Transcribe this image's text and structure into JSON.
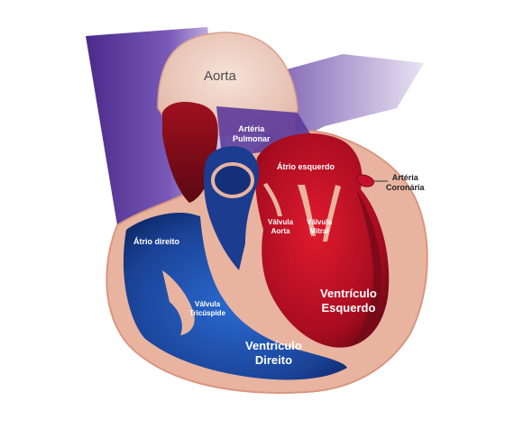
{
  "diagram": {
    "labels": {
      "aorta": "Aorta",
      "arteria_pulmonar": [
        "Artéria",
        "Pulmonar"
      ],
      "atrio_esquerdo": "Átrio esquerdo",
      "arteria_coronaria": [
        "Artéria",
        "Coronária"
      ],
      "valvula_aorta": [
        "Válvula",
        "Aorta"
      ],
      "valvula_mitral": [
        "Válvula",
        "Mitral"
      ],
      "atrio_direito": "Átrio direito",
      "valvula_tricuspide": [
        "Válvula",
        "Tricúspide"
      ],
      "ventriculo_esquerdo": [
        "Ventrículo",
        "Esquerdo"
      ],
      "ventriculo_direito": [
        "Ventrículo",
        "Direito"
      ]
    },
    "colors": {
      "muscle": "#e8b4a0",
      "muscle_dark": "#d9957f",
      "oxygenated": "#c8102e",
      "oxygenated_dark": "#7a0a1e",
      "deoxygenated": "#1f4fa8",
      "deoxygenated_dark": "#0d2a6b",
      "vein_purple": "#6b3fa0"
    }
  }
}
